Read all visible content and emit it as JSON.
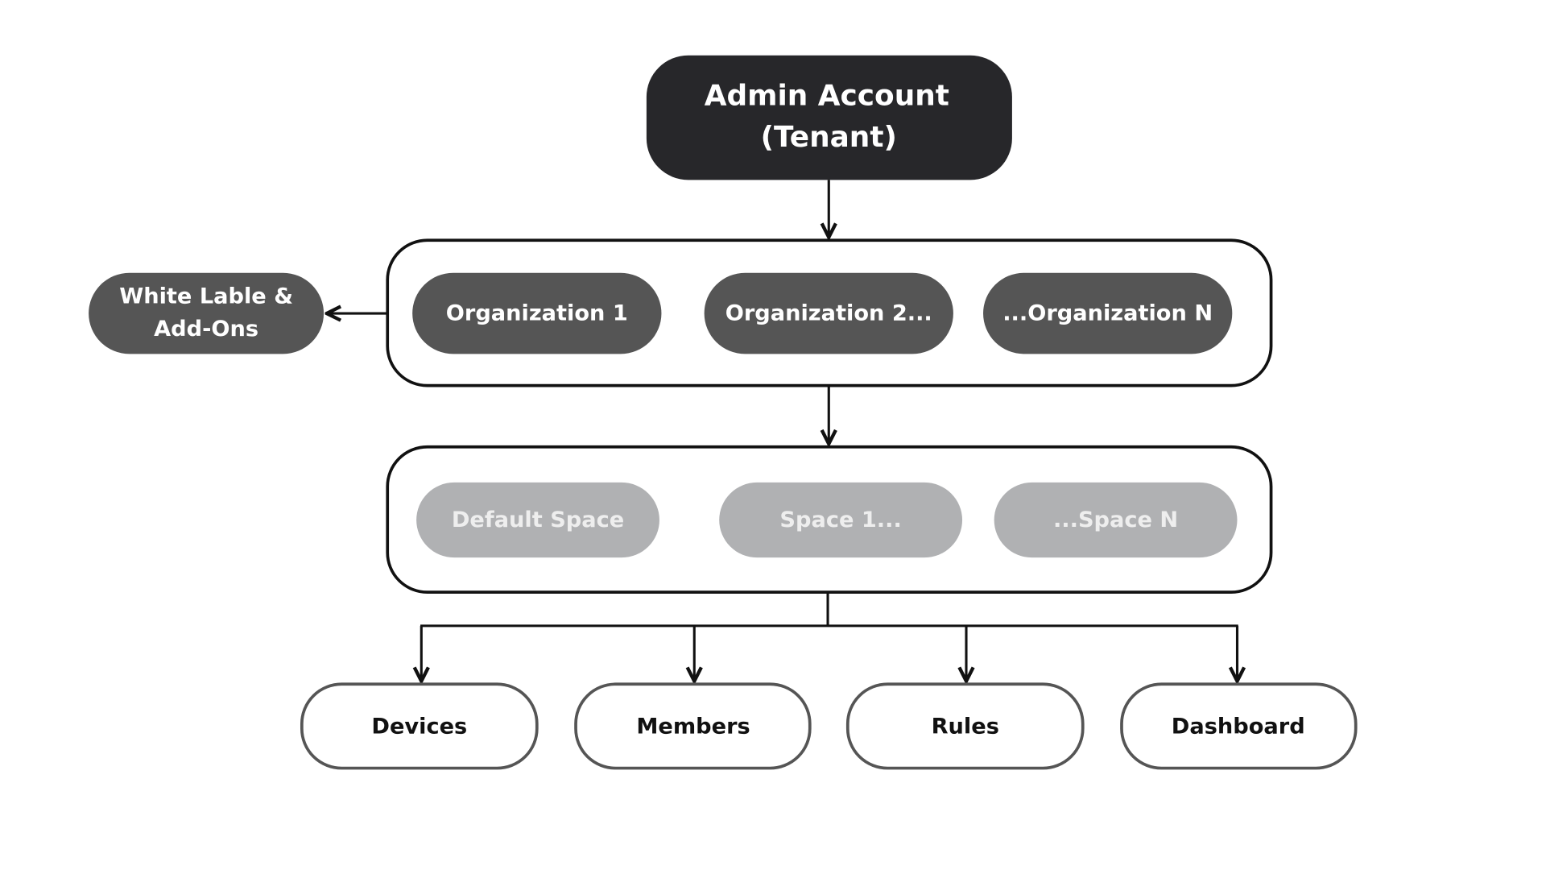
{
  "root": {
    "line1": "Admin Account",
    "line2": "(Tenant)"
  },
  "side": {
    "line1": "White Lable &",
    "line2": "Add-Ons"
  },
  "organizations": [
    "Organization 1",
    "Organization 2...",
    "...Organization N"
  ],
  "spaces": [
    "Default Space",
    "Space 1...",
    "...Space N"
  ],
  "resources": [
    "Devices",
    "Members",
    "Rules",
    "Dashboard"
  ],
  "colors": {
    "root": "#27272a",
    "org": "#555555",
    "space": "#b0b1b3",
    "space_text": "#eeeeee",
    "line": "#111111"
  }
}
